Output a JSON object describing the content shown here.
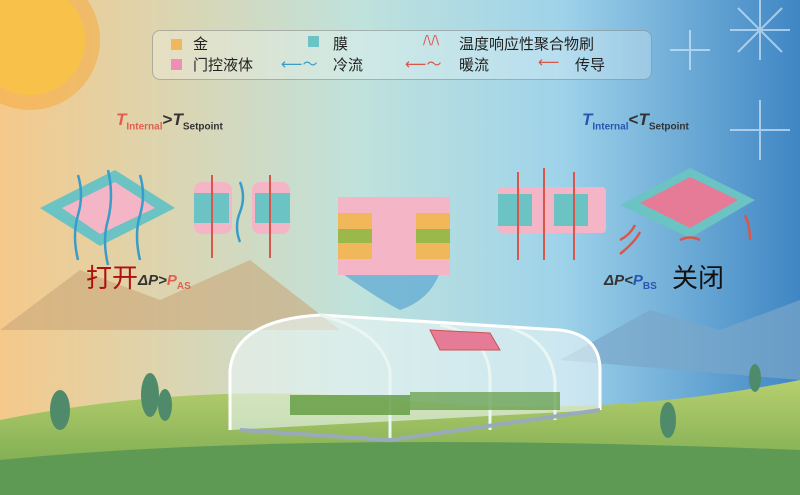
{
  "legend": {
    "gold": "金",
    "membrane": "膜",
    "polymer_brush": "温度响应性聚合物刷",
    "gating_liquid": "门控液体",
    "cold_flow": "冷流",
    "warm_flow": "暖流",
    "conduction": "传导"
  },
  "left": {
    "cond_T": "T",
    "cond_internal": "Internal",
    "cond_op": ">",
    "cond_T2": "T",
    "cond_setpoint": "Setpoint",
    "state": "打开",
    "pressure_dp": "ΔP>",
    "pressure_P": "P",
    "pressure_sub": "AS"
  },
  "right": {
    "cond_T": "T",
    "cond_internal": "Internal",
    "cond_op": "<",
    "cond_T2": "T",
    "cond_setpoint": "Setpoint",
    "state": "关闭",
    "pressure_dp": "ΔP<",
    "pressure_P": "P",
    "pressure_sub": "BS"
  },
  "colors": {
    "gold": "#f0b85a",
    "membrane": "#6cc3c3",
    "liquid": "#f4b6c6",
    "warm": "#d9574a",
    "cold": "#3a9cc8"
  }
}
